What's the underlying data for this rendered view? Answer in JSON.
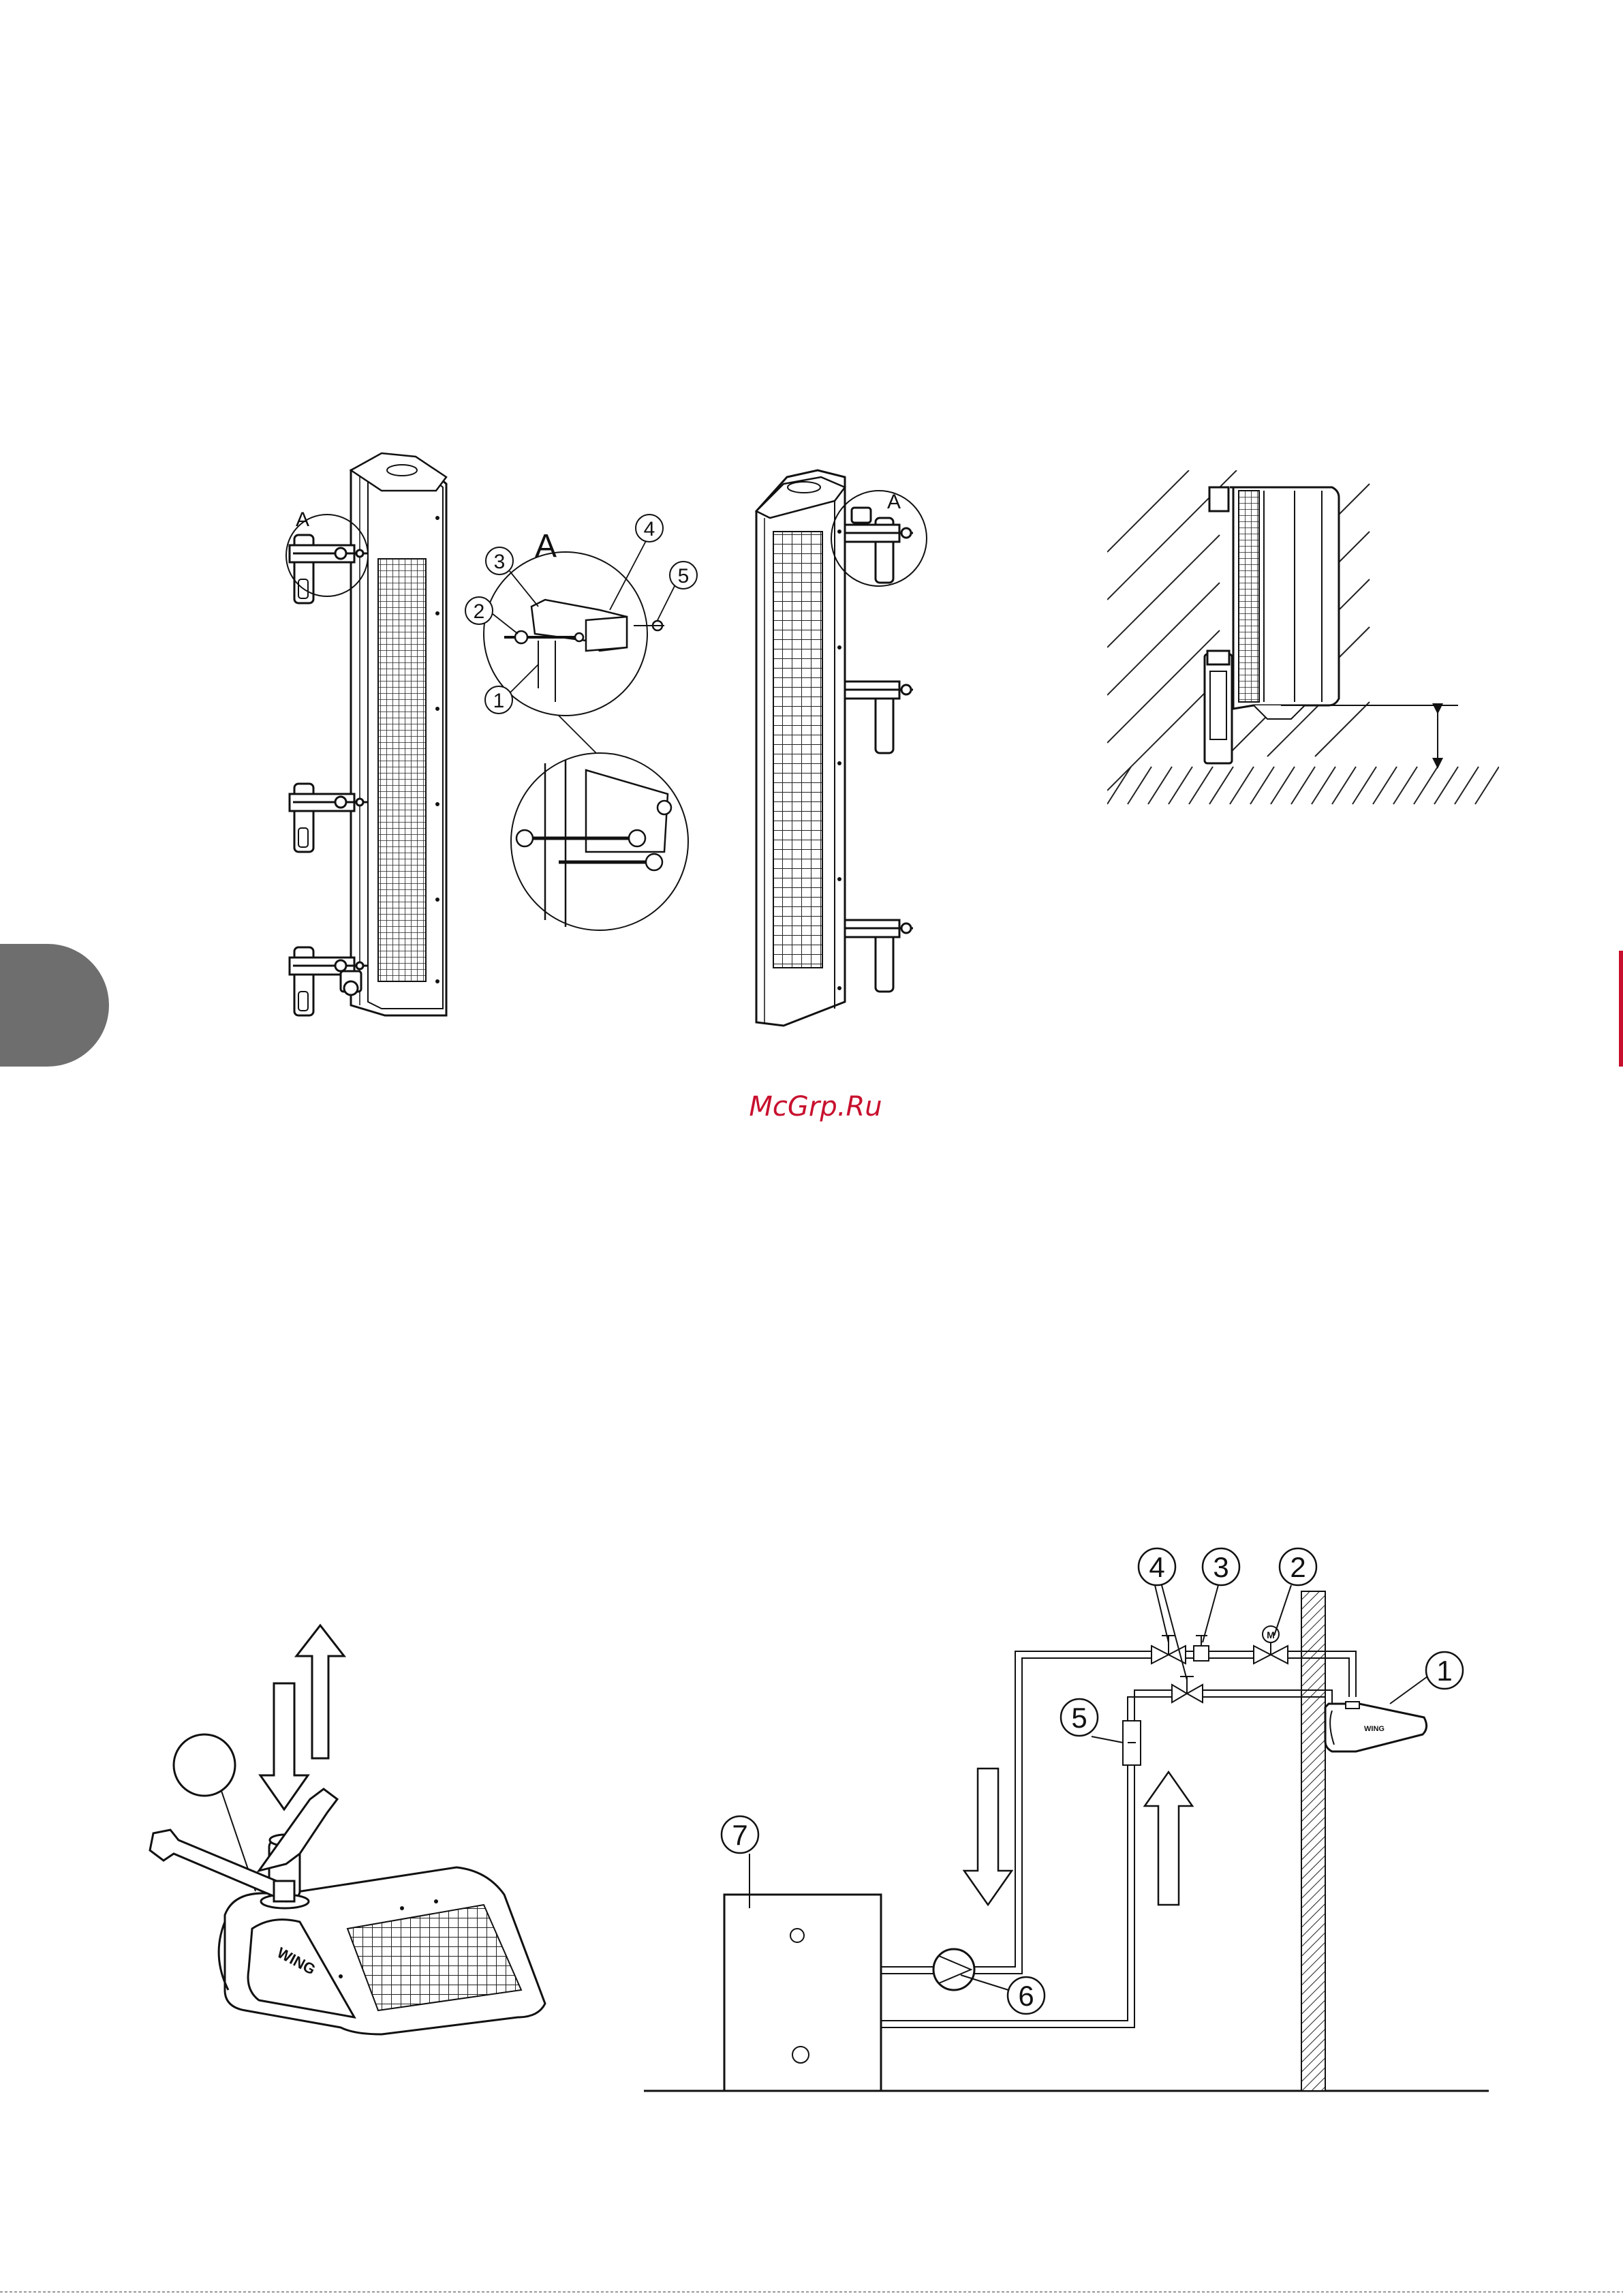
{
  "watermark": "McGrp.Ru",
  "figure_a": {
    "detail_letter": "A",
    "callouts": [
      "1",
      "2",
      "3",
      "4",
      "5"
    ]
  },
  "figure_b": {
    "detail_letter": "A"
  },
  "figure_c": {
    "brand": "WING"
  },
  "figure_e": {
    "callouts": [
      "1",
      "2",
      "3",
      "4",
      "5",
      "6",
      "7"
    ],
    "actuator_mark": "M",
    "brand": "WING"
  },
  "colors": {
    "line": "#111111",
    "tab": "#6e6e6e",
    "watermark": "#c8102e",
    "edge_mark": "#c8102e"
  }
}
